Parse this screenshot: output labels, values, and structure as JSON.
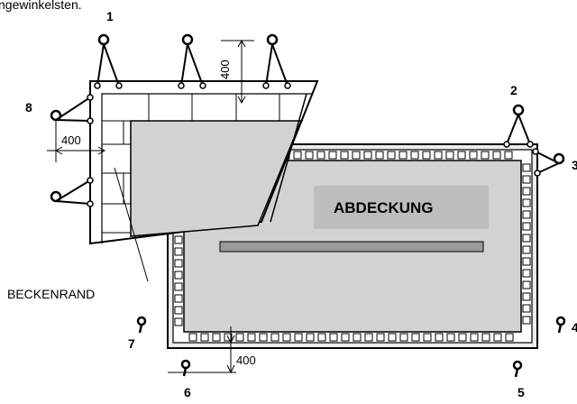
{
  "header": {
    "caption": "ngewinkelsten."
  },
  "labels": {
    "cover": "ABDECKUNG",
    "pool_edge": "BECKENRAND"
  },
  "anchors": {
    "n1": "1",
    "n2": "2",
    "n3": "3",
    "n4": "4",
    "n5": "5",
    "n6": "6",
    "n7": "7",
    "n8": "8"
  },
  "dimensions": {
    "top": "400",
    "left": "400",
    "bottom": "400"
  },
  "colors": {
    "cover_fill": "#d2d2d2",
    "frame_fill": "#e6e6e6",
    "label_box": "#bdbdbd",
    "strip": "#9a9a9a",
    "line": "#000000"
  }
}
